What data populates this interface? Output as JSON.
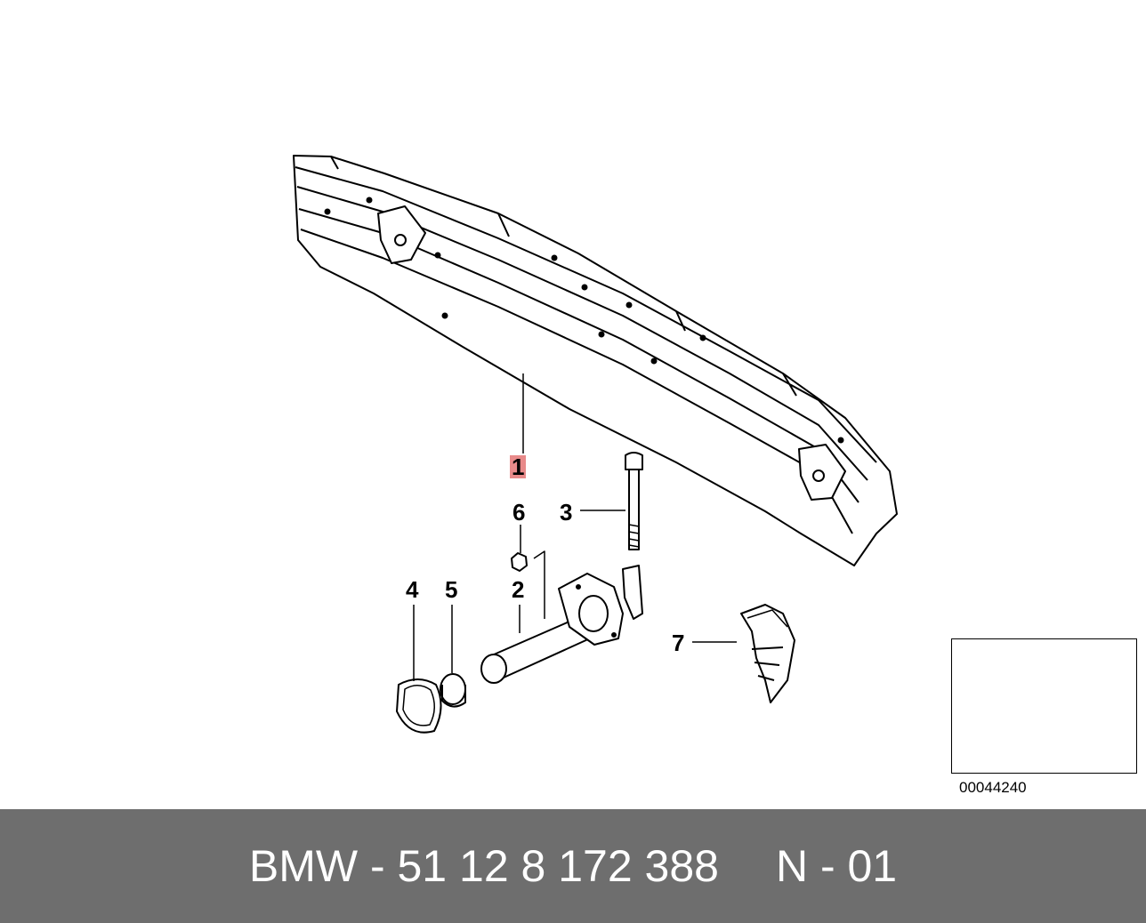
{
  "callouts": [
    "1",
    "2",
    "3",
    "4",
    "5",
    "6",
    "7"
  ],
  "inset": {
    "image_code": "00044240"
  },
  "footer": {
    "part_number": "BMW - 51 12 8 172 388",
    "position_code": "N - 01"
  }
}
